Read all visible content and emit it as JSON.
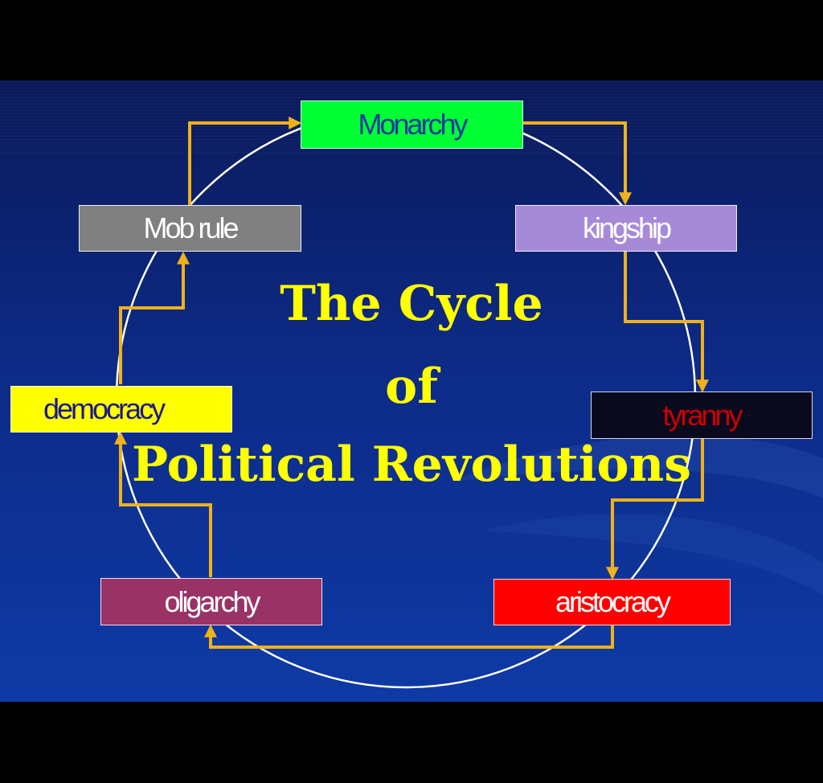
{
  "title": {
    "line1": "The Cycle",
    "line2": "of",
    "line3": "Political Revolutions"
  },
  "nodes": [
    {
      "label": "Monarchy",
      "bg": "#00ff33",
      "fg": "#1a3aa0"
    },
    {
      "label": "kingship",
      "bg": "#a68ad8",
      "fg": "#ffffff"
    },
    {
      "label": "tyranny",
      "bg": "#0a0a1e",
      "fg": "#cc0000"
    },
    {
      "label": "aristocracy",
      "bg": "#ff0000",
      "fg": "#ffffff"
    },
    {
      "label": "oligarchy",
      "bg": "#993366",
      "fg": "#ffffff"
    },
    {
      "label": "democracy",
      "bg": "#ffff00",
      "fg": "#1a1a8a"
    },
    {
      "label": "Mob rule",
      "bg": "#808080",
      "fg": "#ffffff"
    }
  ],
  "colors": {
    "arrow": "#f0b21a",
    "circle": "#ffffff",
    "title": "#ffff00"
  }
}
